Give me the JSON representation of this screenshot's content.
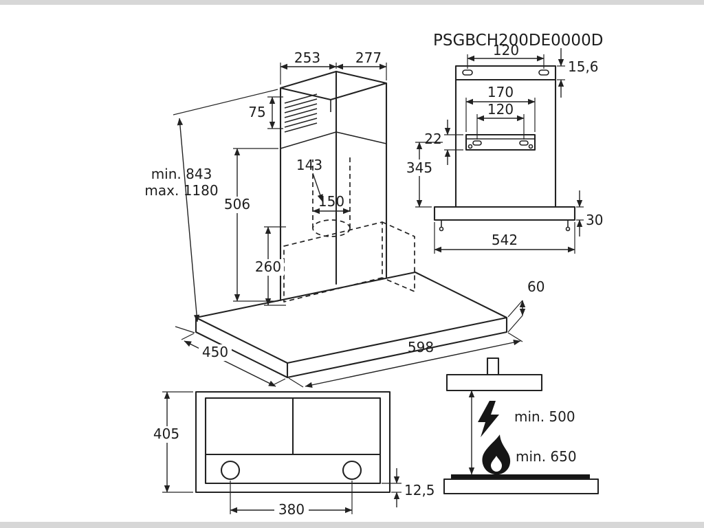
{
  "model_number": "PSGBCH200DE0000D",
  "front_view": {
    "chimney_top_width": "253",
    "chimney_top_depth": "277",
    "grille_height": "75",
    "duct_offset": "143",
    "total_height_min": "min. 843",
    "total_height_max": "max. 1180",
    "chimney_height": "506",
    "duct_diameter": "150",
    "body_height": "260",
    "canopy_depth": "450",
    "canopy_width": "598",
    "canopy_thickness": "60"
  },
  "rear_view": {
    "top_bracket_holes": "120",
    "top_flange_height": "15,6",
    "wall_bracket_width": "170",
    "wall_bracket_holes": "120",
    "wall_bracket_height": "22",
    "bracket_to_canopy": "345",
    "canopy_rear_height": "30",
    "rear_width": "542"
  },
  "bottom_view": {
    "canopy_depth": "405",
    "control_spacing": "380",
    "front_lip_height": "12,5"
  },
  "clearance_view": {
    "electric_hob_clearance": "min. 500",
    "gas_hob_clearance": "min. 650"
  },
  "colors": {
    "line": "#222222",
    "letterbox": "#d7d7d7",
    "background": "#ffffff"
  }
}
